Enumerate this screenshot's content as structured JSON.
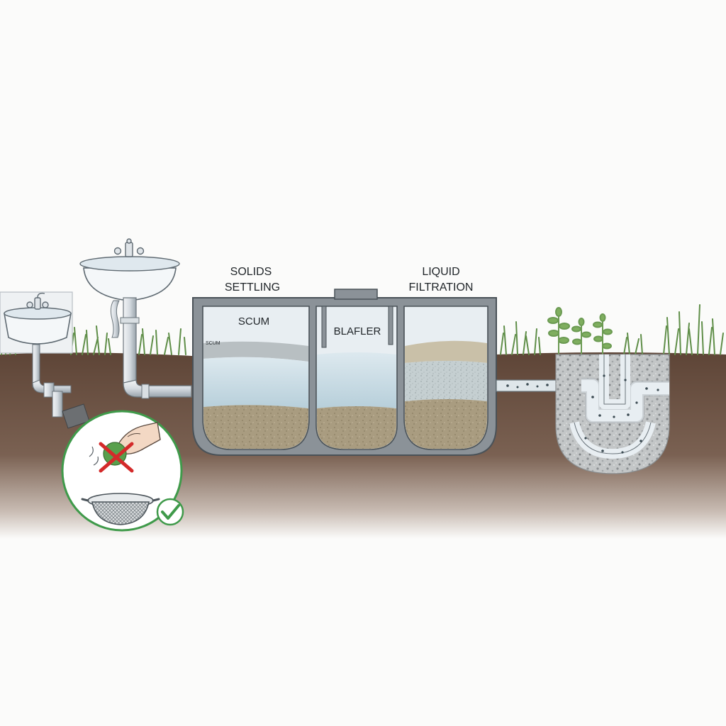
{
  "diagram": {
    "labels": {
      "solids_settling": [
        "SOLIDS",
        "SETTLING"
      ],
      "liquid_filtration": [
        "LIQUID",
        "FILTRATION"
      ],
      "scum_main": "SCUM",
      "scum_small": "SCUM",
      "baffle": "BLAFLER"
    },
    "components": [
      "wall-sink",
      "pedestal-sink",
      "septic-tank",
      "drain-field",
      "strainer-tip-callout"
    ],
    "colors": {
      "soil": "#6e5546",
      "grass": "#5f8e48",
      "water": "#c7dbe4",
      "sediment": "#a89a7c",
      "tank_wall": "#8b9298",
      "gravel": "#b9bcbd",
      "callout_ring": "#3f9a4a",
      "no_mark": "#d42a2a",
      "check_mark": "#3f9a4a"
    },
    "icons": [
      "faucet-icon",
      "cross-icon",
      "check-icon",
      "strainer-icon",
      "hand-icon"
    ]
  }
}
